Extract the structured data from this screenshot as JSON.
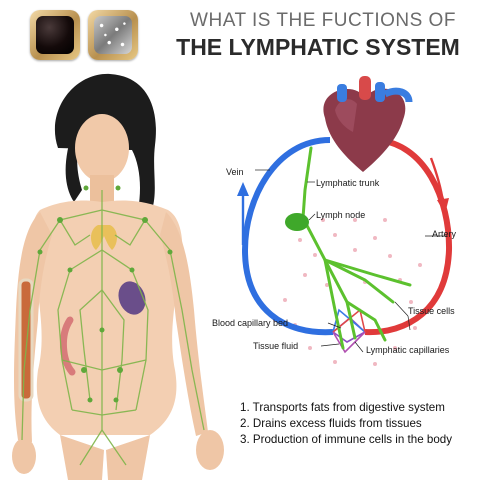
{
  "heading": {
    "line1": "WHAT IS THE FUCTIONS OF",
    "line2": "THE LYMPHATIC SYSTEM"
  },
  "products": [
    {
      "name": "black-onyx-square-gem-icon"
    },
    {
      "name": "silver-druzy-square-gem-icon"
    }
  ],
  "diagram": {
    "labels": {
      "vein": "Vein",
      "lymphatic_trunk": "Lymphatic trunk",
      "lymph_node": "Lymph node",
      "artery": "Artery",
      "tissue_cells": "Tissue cells",
      "blood_capillary_bed": "Blood capillary bed",
      "tissue_fluid": "Tissue fluid",
      "lymphatic_capillaries": "Lymphatic capillaries"
    },
    "colors": {
      "vein": "#2f6fe0",
      "artery": "#e03a3a",
      "lymph": "#5cc12e",
      "heart": "#8c3a4a"
    }
  },
  "functions": [
    "1. Transports fats from digestive system",
    "2. Drains excess fluids from tissues",
    "3. Production of immune cells in the body"
  ]
}
